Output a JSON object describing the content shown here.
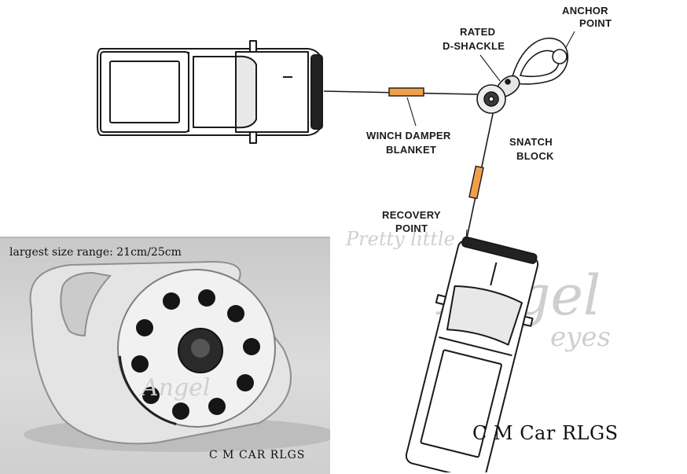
{
  "labels": {
    "anchor_point": [
      "ANCHOR",
      "POINT"
    ],
    "rated_d_shackle": [
      "RATED",
      "D-SHACKLE"
    ],
    "winch_damper_blanket": [
      "WINCH DAMPER",
      "BLANKET"
    ],
    "snatch_block": [
      "SNATCH",
      "BLOCK"
    ],
    "recovery_point": [
      "RECOVERY",
      "POINT"
    ]
  },
  "watermark": {
    "line1": "Pretty little",
    "line2": "Angel",
    "line3": "eyes"
  },
  "photo": {
    "caption": "largest size range: 21cm/25cm",
    "brand": "C M CAR RLGS"
  },
  "brand_main": "C M Car RLGS",
  "colors": {
    "damper": "#f0a04b",
    "line": "#1a1a1a",
    "photo_bg": "#d4d4d4"
  }
}
